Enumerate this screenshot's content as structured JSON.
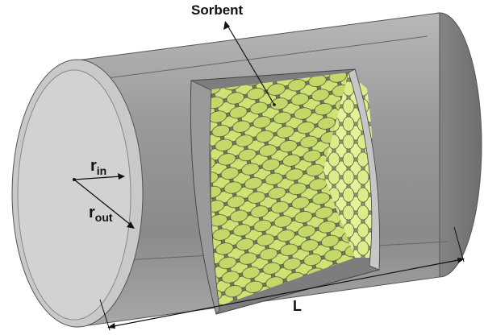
{
  "labels": {
    "sorbent": "Sorbent",
    "r_in": "r",
    "r_in_sub": "in",
    "r_out": "r",
    "r_out_sub": "out",
    "length": "L"
  },
  "colors": {
    "shell": "#a9a9a9",
    "cap": "#cfcfcf",
    "sorbent": "#d8ea7a"
  }
}
